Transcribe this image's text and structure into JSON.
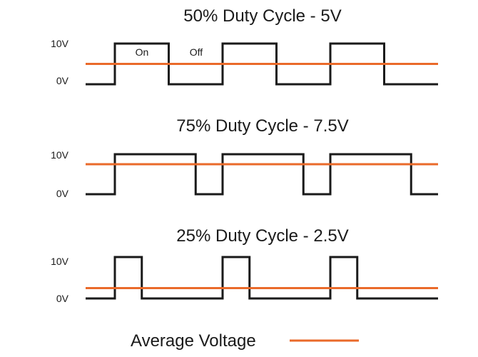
{
  "colors": {
    "signal": "#1a1a1a",
    "average": "#ea6a2a"
  },
  "panels": [
    {
      "title": "50% Duty Cycle - 5V",
      "y_high_label": "10V",
      "y_low_label": "0V",
      "duty_cycle_percent": 50,
      "average_voltage": 5,
      "pulses": 3,
      "state_labels": {
        "on": "On",
        "off": "Off"
      }
    },
    {
      "title": "75% Duty Cycle - 7.5V",
      "y_high_label": "10V",
      "y_low_label": "0V",
      "duty_cycle_percent": 75,
      "average_voltage": 7.5,
      "pulses": 3
    },
    {
      "title": "25% Duty Cycle - 2.5V",
      "y_high_label": "10V",
      "y_low_label": "0V",
      "duty_cycle_percent": 25,
      "average_voltage": 2.5,
      "pulses": 3
    }
  ],
  "legend": {
    "label": "Average Voltage"
  }
}
